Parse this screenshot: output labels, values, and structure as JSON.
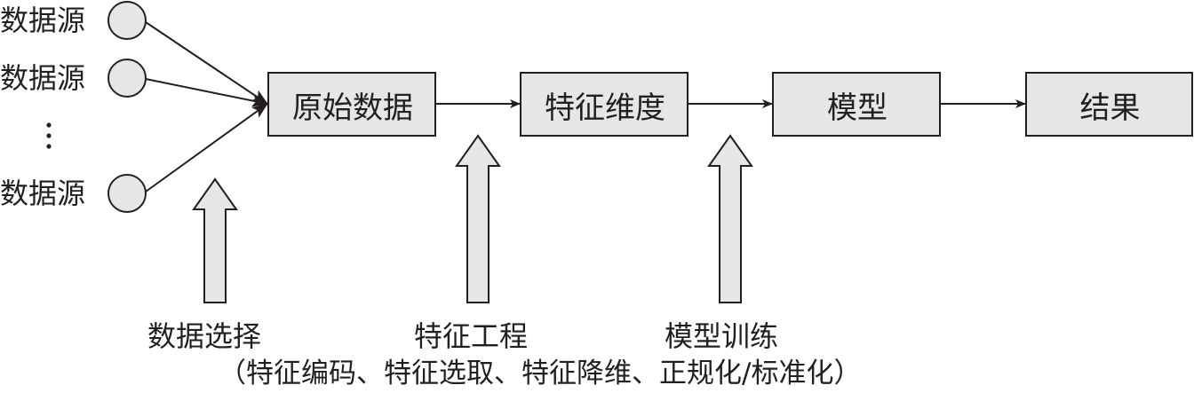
{
  "diagram": {
    "sources": [
      {
        "label": "数据源"
      },
      {
        "label": "数据源"
      },
      {
        "label": "数据源"
      }
    ],
    "ellipsis": "⋮",
    "stages": [
      {
        "label": "原始数据"
      },
      {
        "label": "特征维度"
      },
      {
        "label": "模型"
      },
      {
        "label": "结果"
      }
    ],
    "processes": [
      {
        "label": "数据选择"
      },
      {
        "label": "特征工程"
      },
      {
        "label": "模型训练"
      }
    ],
    "feature_engineering_detail": "（特征编码、特征选取、特征降维、正规化/标准化）",
    "colors": {
      "fill": "#e6e6e6",
      "stroke": "#231f20",
      "background": "#ffffff"
    }
  }
}
